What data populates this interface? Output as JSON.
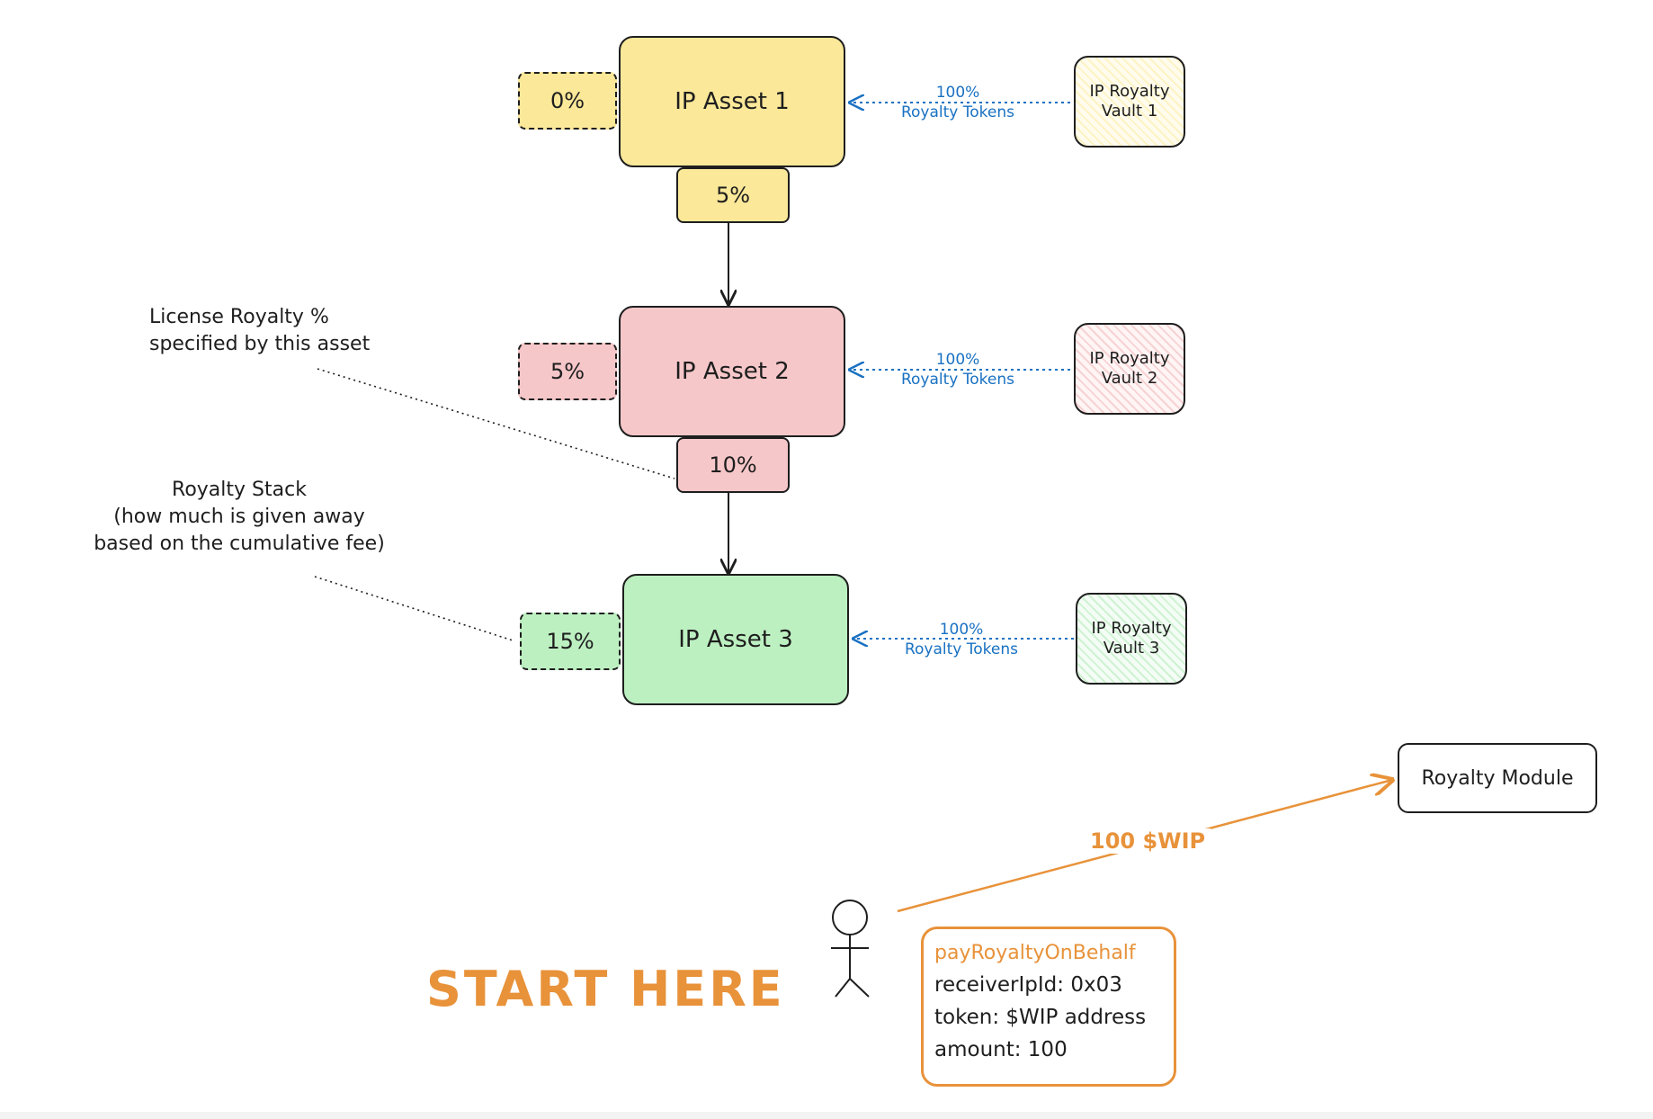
{
  "assets": [
    {
      "label": "IP Asset 1",
      "stack": "0%",
      "license": "5%"
    },
    {
      "label": "IP Asset 2",
      "stack": "5%",
      "license": "10%"
    },
    {
      "label": "IP Asset 3",
      "stack": "15%"
    }
  ],
  "vaults": [
    "IP Royalty\nVault 1",
    "IP Royalty\nVault 2",
    "IP Royalty\nVault 3"
  ],
  "royalty_tokens": "100%\nRoyalty Tokens",
  "annotations": {
    "license": "License Royalty %\nspecified by this asset",
    "stack": "Royalty Stack\n(how much is given away\nbased on the cumulative fee)"
  },
  "start_label": "START HERE",
  "payment_label": "100 $WIP",
  "royalty_module": "Royalty Module",
  "call": {
    "function": "payRoyaltyOnBehalf",
    "args": [
      "receiverIpId: 0x03",
      "token: $WIP address",
      "amount: 100"
    ]
  },
  "colors": {
    "asset1": "#fbe899",
    "asset2": "#f6c7c9",
    "asset3": "#bdf0c1",
    "token_link": "#1971c2",
    "accent": "#e8923a"
  }
}
